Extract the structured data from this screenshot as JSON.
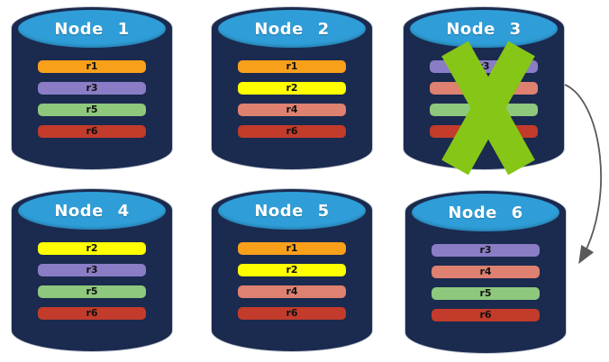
{
  "diagram": {
    "colors": {
      "cylinder_body": "#1B2A4F",
      "cylinder_top": "#2F9ED8",
      "node_label_text": "#FFFFFF",
      "bar_text": "#121212",
      "failure_x": "#86C617",
      "arrow": "#595959",
      "replica_r1": "#F9A01B",
      "replica_r2": "#FFFF00",
      "replica_r3": "#8A7DC6",
      "replica_r4": "#DE8170",
      "replica_r5": "#8DC87D",
      "replica_r6": "#C23B2B"
    },
    "nodes": [
      {
        "label": "Node 1",
        "failed": false,
        "replicas": [
          {
            "label": "r1",
            "color": "#F9A01B"
          },
          {
            "label": "r3",
            "color": "#8A7DC6"
          },
          {
            "label": "r5",
            "color": "#8DC87D"
          },
          {
            "label": "r6",
            "color": "#C23B2B"
          }
        ]
      },
      {
        "label": "Node 2",
        "failed": false,
        "replicas": [
          {
            "label": "r1",
            "color": "#F9A01B"
          },
          {
            "label": "r2",
            "color": "#FFFF00"
          },
          {
            "label": "r4",
            "color": "#DE8170"
          },
          {
            "label": "r6",
            "color": "#C23B2B"
          }
        ]
      },
      {
        "label": "Node 3",
        "failed": true,
        "replicas": [
          {
            "label": "r3",
            "color": "#8A7DC6"
          },
          {
            "label": "r4",
            "color": "#DE8170"
          },
          {
            "label": "r5",
            "color": "#8DC87D"
          },
          {
            "label": "r6",
            "color": "#C23B2B"
          }
        ]
      },
      {
        "label": "Node 4",
        "failed": false,
        "replicas": [
          {
            "label": "r2",
            "color": "#FFFF00"
          },
          {
            "label": "r3",
            "color": "#8A7DC6"
          },
          {
            "label": "r5",
            "color": "#8DC87D"
          },
          {
            "label": "r6",
            "color": "#C23B2B"
          }
        ]
      },
      {
        "label": "Node 5",
        "failed": false,
        "replicas": [
          {
            "label": "r1",
            "color": "#F9A01B"
          },
          {
            "label": "r2",
            "color": "#FFFF00"
          },
          {
            "label": "r4",
            "color": "#DE8170"
          },
          {
            "label": "r6",
            "color": "#C23B2B"
          }
        ]
      },
      {
        "label": "Node 6",
        "failed": false,
        "replicas": [
          {
            "label": "r3",
            "color": "#8A7DC6"
          },
          {
            "label": "r4",
            "color": "#DE8170"
          },
          {
            "label": "r5",
            "color": "#8DC87D"
          },
          {
            "label": "r6",
            "color": "#C23B2B"
          }
        ]
      }
    ],
    "arrow": {
      "from": "Node 3",
      "to": "Node 6"
    }
  }
}
